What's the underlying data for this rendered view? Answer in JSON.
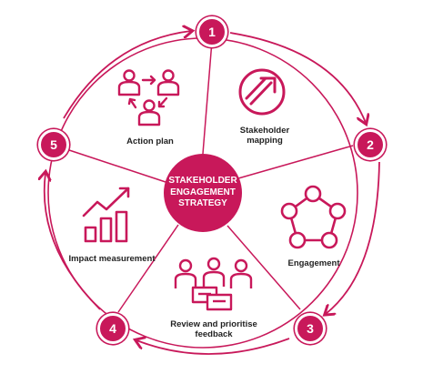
{
  "colors": {
    "accent": "#c8185a",
    "text": "#222222",
    "background": "#ffffff"
  },
  "center": {
    "lines": [
      "STAKEHOLDER",
      "ENGAGEMENT",
      "STRATEGY"
    ]
  },
  "steps": [
    {
      "number": "1",
      "icon": "",
      "label": ""
    },
    {
      "number": "2",
      "icon": "arrow-circle-icon",
      "label": "Stakeholder mapping"
    },
    {
      "number": "3",
      "icon": "network-icon",
      "label": "Engagement"
    },
    {
      "number": "4",
      "icon": "group-chat-icon",
      "label": "Review and prioritise feedback"
    },
    {
      "number": "5",
      "icon": "bar-chart-icon",
      "label": "Impact measurement"
    }
  ],
  "segment_labels": {
    "stakeholder_mapping": [
      "Stakeholder",
      "mapping"
    ],
    "engagement": "Engagement",
    "review": [
      "Review and prioritise",
      "feedback"
    ],
    "impact": "Impact measurement",
    "action_plan": "Action plan"
  },
  "icons": {
    "stakeholder_mapping": "arrow-up-right-circle-icon",
    "engagement": "network-pentagon-icon",
    "review": "people-chat-icon",
    "impact": "growth-bar-chart-icon",
    "action_plan": "people-cycle-icon"
  }
}
